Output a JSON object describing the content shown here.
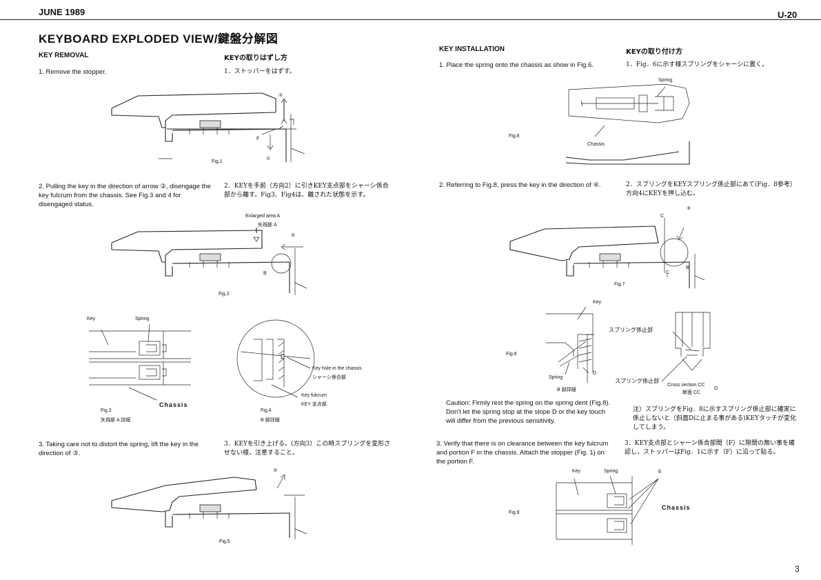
{
  "header": {
    "date": "JUNE 1989",
    "page_code": "U-20"
  },
  "title": "KEYBOARD EXPLODED VIEW/鍵盤分解図",
  "left": {
    "heading_en": "KEY REMOVAL",
    "heading_jp": "KEYの取りはずし方",
    "step1_en": "1. Remove the stopper.",
    "step1_jp": "1．ストッパーをはずす。",
    "step2_en": "2. Pulling the key in the direction of arrow ②, disengage the key fulcrum from the chassis. See Fig.3 and 4 for disengaged status.",
    "step2_jp": "2．KEYを手前（方向2）に引きKEY支点部をシャーシ係合部から離す。Fig3、Fig4は、離された状態を示す。",
    "step3_en": "3. Taking care not to distort the spring, lift the key in the direction of ③.",
    "step3_jp": "3．KEYを引き上げる。(方向3）この時スプリングを変形させない様，注意すること。",
    "fig1": {
      "label": "Fig.1",
      "l1": "①",
      "l2": "①",
      "F": "F"
    },
    "fig2": {
      "label": "Fig.2",
      "enlarged": "Enlarged area A",
      "enlarged_jp": "矢視部 A",
      "arrow": "②",
      "B": "B"
    },
    "fig3": {
      "label": "Fig.3",
      "sub": "矢視部 A 詳細",
      "key": "Key",
      "spring": "Spring",
      "chassis": "Chassis"
    },
    "fig4": {
      "label": "Fig.4",
      "sub": "B 部詳細",
      "keyhole": "Key hole in the chassis",
      "keyhole_jp": "シャーシ係合部",
      "fulcrum": "Key fulcrum",
      "fulcrum_jp": "KEY 支点部"
    },
    "fig5": {
      "label": "Fig.5",
      "arrow": "③"
    }
  },
  "right": {
    "heading_en": "KEY INSTALLATION",
    "heading_jp": "KEYの取り付け方",
    "step1_en": "1. Place the spring onto the chassis as show in Fig.6.",
    "step1_jp": "1．Fig．6に示す様スプリングをシャーシに置く。",
    "step2_en": "2. Referring to Fig.8, press the key in the direction of ④.",
    "step2_jp": "2．スプリングをKEYスプリング係止部にあて(Fig．8参考）方向4にKEYを押し込む。",
    "caution_en": "Caution: Firmly rest the spring on the spring dent (Fig.8). Don't let the spring stop at the slope D or the key touch will differ from the previous sensitivity.",
    "caution_jp": "注）スプリングをFig．8に示すスプリング係止部に確実に係止しないと（斜面Dに止まる事がある)KEYタッチが変化してしまう。",
    "step3_en": "3. Verify that there is on clearance between the key fulcrum and portion F in the chassis. Attach the stopper (Fig. 1) on the portion F.",
    "step3_jp": "3．KEY支点部とシャーシ係合部間（F）に隙間の無い事を確認し，ストッパーはFig．1に示す（F）に沿って貼る。",
    "fig6": {
      "label": "Fig.6",
      "spring": "Spring",
      "chassis": "Chassis"
    },
    "fig7": {
      "label": "Fig.7",
      "arrow": "④",
      "C1": "C",
      "C2": "C",
      "B": "B"
    },
    "fig8": {
      "label": "Fig.8",
      "key": "Key",
      "spring": "Spring",
      "D1": "D",
      "D2": "D",
      "sub": "B 部詳細",
      "stop_jp1": "スプリング係止部",
      "stop_jp2": "スプリング係止部",
      "cross": "Cross section CC",
      "cross_jp": "断面 CC"
    },
    "fig9": {
      "label": "Fig.9",
      "key": "Key",
      "spring": "Spring",
      "E": "E",
      "chassis": "Chassis"
    }
  },
  "footer": {
    "page_number": "3"
  }
}
